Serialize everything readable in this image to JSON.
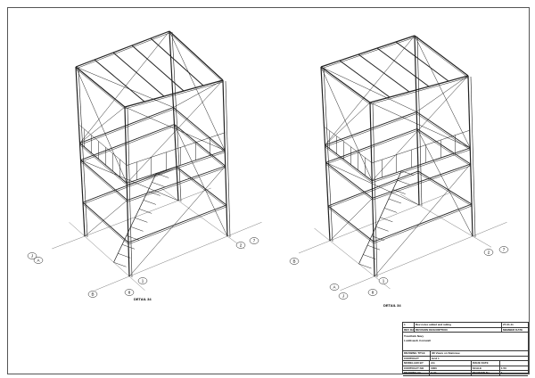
{
  "views": [
    {
      "label": "DETAIL 34",
      "grid_labels": [
        "J",
        "A",
        "B",
        "8",
        "1",
        "2",
        "7"
      ]
    },
    {
      "label": "DETAIL 34",
      "grid_labels": [
        "B",
        "A",
        "J",
        "1",
        "8",
        "2",
        "7"
      ]
    }
  ],
  "title_block": {
    "revision": {
      "rev": "1",
      "description": "Rev notes added and railing",
      "date": "27-01-11"
    },
    "headers": {
      "rev_date": "REV DATE",
      "rev_description": "REVISION DESCRIPTION",
      "member_date": "MEMBER DATE"
    },
    "client": "Trevithick Navy",
    "location": "Loddiswell, Cornwall",
    "fields": [
      {
        "label": "DRAWING TITLE",
        "value": "3D Views on Staircase"
      },
      {
        "label": "CONTRACT",
        "value": "Grid 1"
      },
      {
        "label": "MODELLED BY",
        "value": "AG",
        "label2": "ISSUE DATE",
        "value2": ""
      },
      {
        "label": "CONTRACT NO",
        "value": "0000",
        "label2": "SCALE",
        "value2": "1:50"
      },
      {
        "label": "DRAWING No",
        "value": "G 01",
        "label2": "REVISION No",
        "value2": "1"
      }
    ]
  }
}
